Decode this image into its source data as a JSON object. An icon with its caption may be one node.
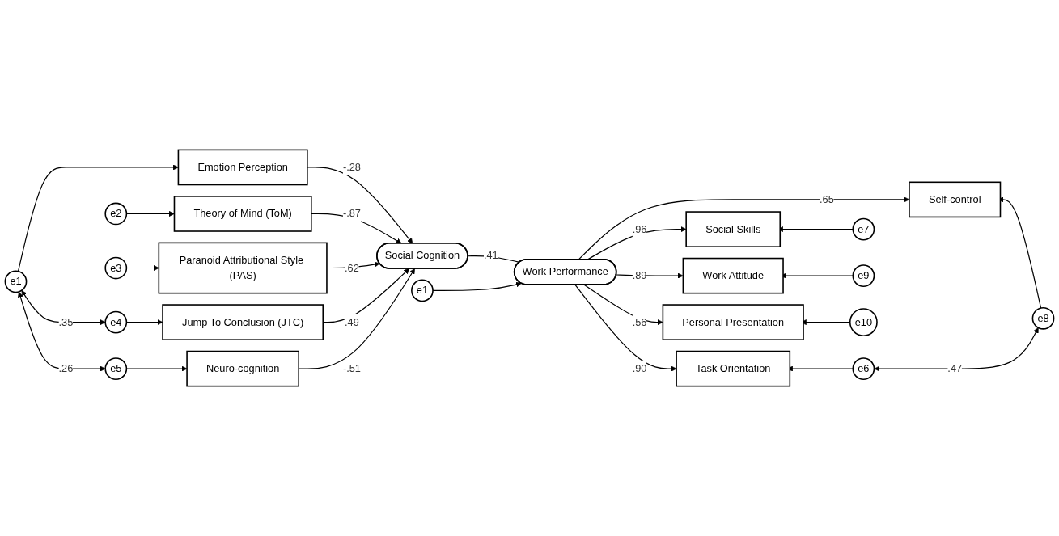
{
  "diagram": {
    "nodes": [
      {
        "text": [
          "e1"
        ]
      },
      {
        "text": [
          "e2"
        ]
      },
      {
        "text": [
          "e3"
        ]
      },
      {
        "text": [
          "e4"
        ]
      },
      {
        "text": [
          "e5"
        ]
      },
      {
        "text": [
          "Emotion Perception"
        ]
      },
      {
        "text": [
          "Theory of Mind (ToM)"
        ]
      },
      {
        "text": [
          "Paranoid Attributional Style (PAS)"
        ]
      },
      {
        "text": [
          "Jump To Conclusion (JTC)"
        ]
      },
      {
        "text": [
          "Neuro-cognition"
        ]
      },
      {
        "text": [
          "Social Cognition"
        ]
      },
      {
        "text": [
          "e1"
        ]
      },
      {
        "text": [
          "Work Performance"
        ]
      },
      {
        "text": [
          "Task Orientation"
        ]
      },
      {
        "text": [
          "Social Skills"
        ]
      },
      {
        "text": [
          "Self-control"
        ]
      },
      {
        "text": [
          "Work Attitude"
        ]
      },
      {
        "text": [
          "Personal Presentation"
        ]
      },
      {
        "text": [
          "e6"
        ]
      },
      {
        "text": [
          "e7"
        ]
      },
      {
        "text": [
          "e8"
        ]
      },
      {
        "text": [
          "e9"
        ]
      },
      {
        "text": [
          "e10"
        ]
      }
    ],
    "edges": [
      {
        "from": 0,
        "to": 5,
        "arrow": "to"
      },
      {
        "from": 1,
        "to": 6,
        "arrow": "to"
      },
      {
        "from": 2,
        "to": 7,
        "arrow": "to"
      },
      {
        "from": 3,
        "to": 8,
        "arrow": "to"
      },
      {
        "from": 4,
        "to": 9,
        "arrow": "to"
      },
      {
        "from": 0,
        "to": 3,
        "label": ".35",
        "arrow": "both"
      },
      {
        "from": 0,
        "to": 4,
        "label": ".26",
        "arrow": "both"
      },
      {
        "from": 5,
        "to": 10,
        "label": "-.28",
        "arrow": "to"
      },
      {
        "from": 6,
        "to": 10,
        "label": "-.87",
        "arrow": "to"
      },
      {
        "from": 7,
        "to": 10,
        "label": ".62",
        "arrow": "to"
      },
      {
        "from": 8,
        "to": 10,
        "label": ".49",
        "arrow": "to"
      },
      {
        "from": 9,
        "to": 10,
        "label": "-.51",
        "arrow": "to"
      },
      {
        "from": 10,
        "to": 12,
        "label": ".41",
        "arrow": "none"
      },
      {
        "from": 11,
        "to": 12,
        "arrow": "to"
      },
      {
        "from": 12,
        "to": 13,
        "label": ".90",
        "arrow": "to"
      },
      {
        "from": 12,
        "to": 14,
        "label": ".96",
        "arrow": "to"
      },
      {
        "from": 12,
        "to": 15,
        "label": ".65",
        "arrow": "to"
      },
      {
        "from": 12,
        "to": 16,
        "label": ".89",
        "arrow": "to"
      },
      {
        "from": 12,
        "to": 17,
        "label": ".56",
        "arrow": "to"
      },
      {
        "from": 18,
        "to": 13,
        "arrow": "to"
      },
      {
        "from": 19,
        "to": 14,
        "arrow": "to"
      },
      {
        "from": 20,
        "to": 15,
        "arrow": "to"
      },
      {
        "from": 21,
        "to": 16,
        "arrow": "to"
      },
      {
        "from": 22,
        "to": 17,
        "arrow": "to"
      },
      {
        "from": 18,
        "to": 20,
        "label": ".47",
        "arrow": "both"
      }
    ]
  }
}
